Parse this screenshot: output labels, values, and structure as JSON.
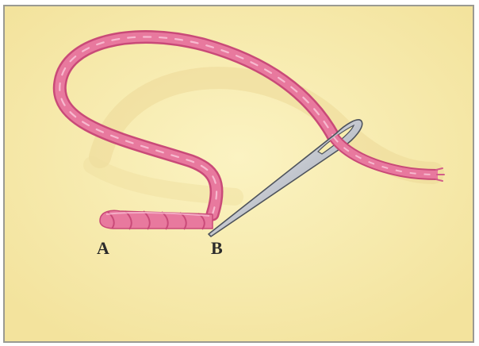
{
  "illustration": {
    "point_a_label": "A",
    "point_b_label": "B",
    "colors": {
      "paper": "#f8eeb0",
      "thread": "#e8799e",
      "thread_light": "#f4a9c2",
      "thread_dark": "#c94a78",
      "needle": "#c9ccd2",
      "needle_edge": "#4e535c",
      "frame": "#9a9a92"
    },
    "icons": [
      "thread",
      "needle",
      "stitch"
    ]
  }
}
